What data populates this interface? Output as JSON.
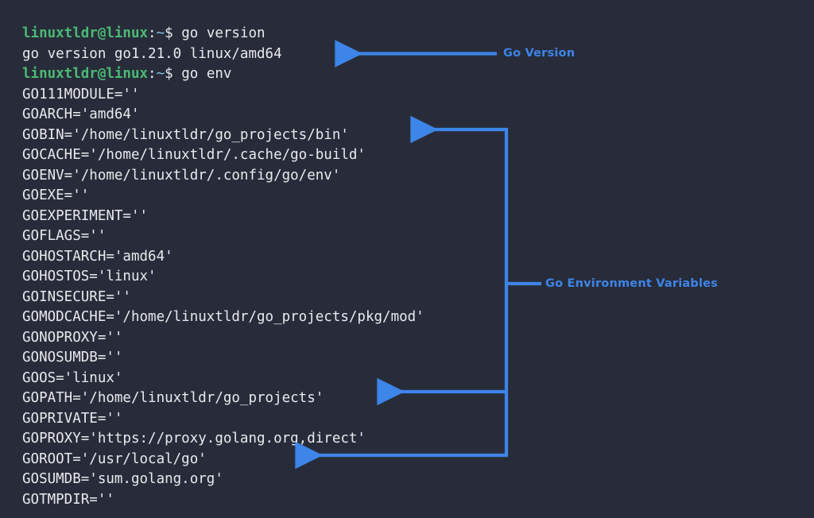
{
  "theme": {
    "background": "#282c3a",
    "text": "#e9eaee",
    "prompt_user": "#4aba74",
    "prompt_tilde": "#7fc7e8",
    "accent": "#3d85e8"
  },
  "terminal": {
    "prompt": {
      "user_host": "linuxtldr@linux",
      "path_sep": ":",
      "path": "~",
      "sigil": "$"
    },
    "lines": [
      {
        "type": "prompt",
        "command": "go version"
      },
      {
        "type": "output",
        "text": "go version go1.21.0 linux/amd64"
      },
      {
        "type": "prompt",
        "command": "go env"
      },
      {
        "type": "output",
        "text": "GO111MODULE=''"
      },
      {
        "type": "output",
        "text": "GOARCH='amd64'"
      },
      {
        "type": "output",
        "text": "GOBIN='/home/linuxtldr/go_projects/bin'"
      },
      {
        "type": "output",
        "text": "GOCACHE='/home/linuxtldr/.cache/go-build'"
      },
      {
        "type": "output",
        "text": "GOENV='/home/linuxtldr/.config/go/env'"
      },
      {
        "type": "output",
        "text": "GOEXE=''"
      },
      {
        "type": "output",
        "text": "GOEXPERIMENT=''"
      },
      {
        "type": "output",
        "text": "GOFLAGS=''"
      },
      {
        "type": "output",
        "text": "GOHOSTARCH='amd64'"
      },
      {
        "type": "output",
        "text": "GOHOSTOS='linux'"
      },
      {
        "type": "output",
        "text": "GOINSECURE=''"
      },
      {
        "type": "output",
        "text": "GOMODCACHE='/home/linuxtldr/go_projects/pkg/mod'"
      },
      {
        "type": "output",
        "text": "GONOPROXY=''"
      },
      {
        "type": "output",
        "text": "GONOSUMDB=''"
      },
      {
        "type": "output",
        "text": "GOOS='linux'"
      },
      {
        "type": "output",
        "text": "GOPATH='/home/linuxtldr/go_projects'"
      },
      {
        "type": "output",
        "text": "GOPRIVATE=''"
      },
      {
        "type": "output",
        "text": "GOPROXY='https://proxy.golang.org,direct'"
      },
      {
        "type": "output",
        "text": "GOROOT='/usr/local/go'"
      },
      {
        "type": "output",
        "text": "GOSUMDB='sum.golang.org'"
      },
      {
        "type": "output",
        "text": "GOTMPDIR=''"
      }
    ]
  },
  "annotations": {
    "go_version_label": "Go Version",
    "go_env_label": "Go Environment Variables"
  }
}
